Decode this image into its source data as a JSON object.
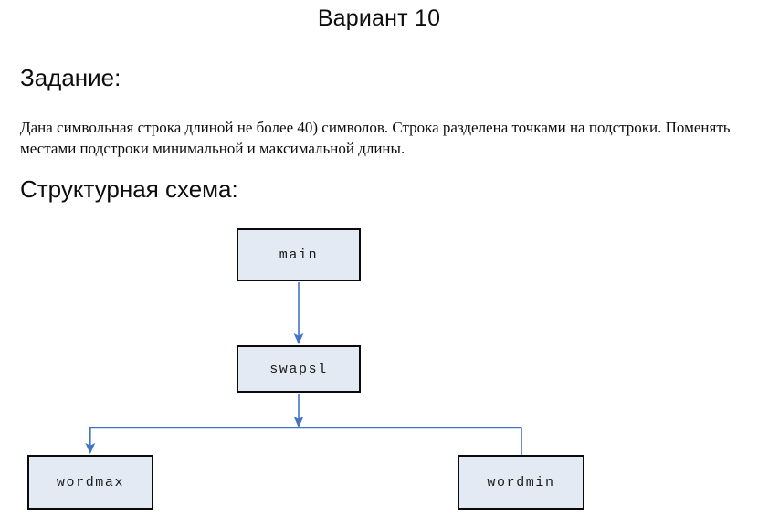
{
  "document": {
    "title": "Вариант 10",
    "task_heading": "Задание:",
    "task_text": "Дана символьная строка длиной не более 40) символов. Строка разделена точками на подстроки. Поменять местами подстроки минимальной и максимальной длины.",
    "scheme_heading": "Структурная схема:"
  },
  "diagram": {
    "type": "structure-chart",
    "colors": {
      "node_fill": "#e4eaf4",
      "node_border": "#0a0a0a",
      "connector": "#4472c4",
      "page_background": "#ffffff",
      "text": "#0d0d0d"
    },
    "nodes": [
      {
        "id": "main",
        "label": "main",
        "level": 0
      },
      {
        "id": "swapsl",
        "label": "swapsl",
        "level": 1
      },
      {
        "id": "wordmax",
        "label": "wordmax",
        "level": 2
      },
      {
        "id": "wordmin",
        "label": "wordmin",
        "level": 2
      }
    ],
    "edges": [
      {
        "from": "main",
        "to": "swapsl",
        "arrow": true
      },
      {
        "from": "swapsl",
        "to": "wordmax",
        "arrow": true
      },
      {
        "from": "swapsl",
        "to": "wordmin",
        "arrow": false
      }
    ]
  }
}
